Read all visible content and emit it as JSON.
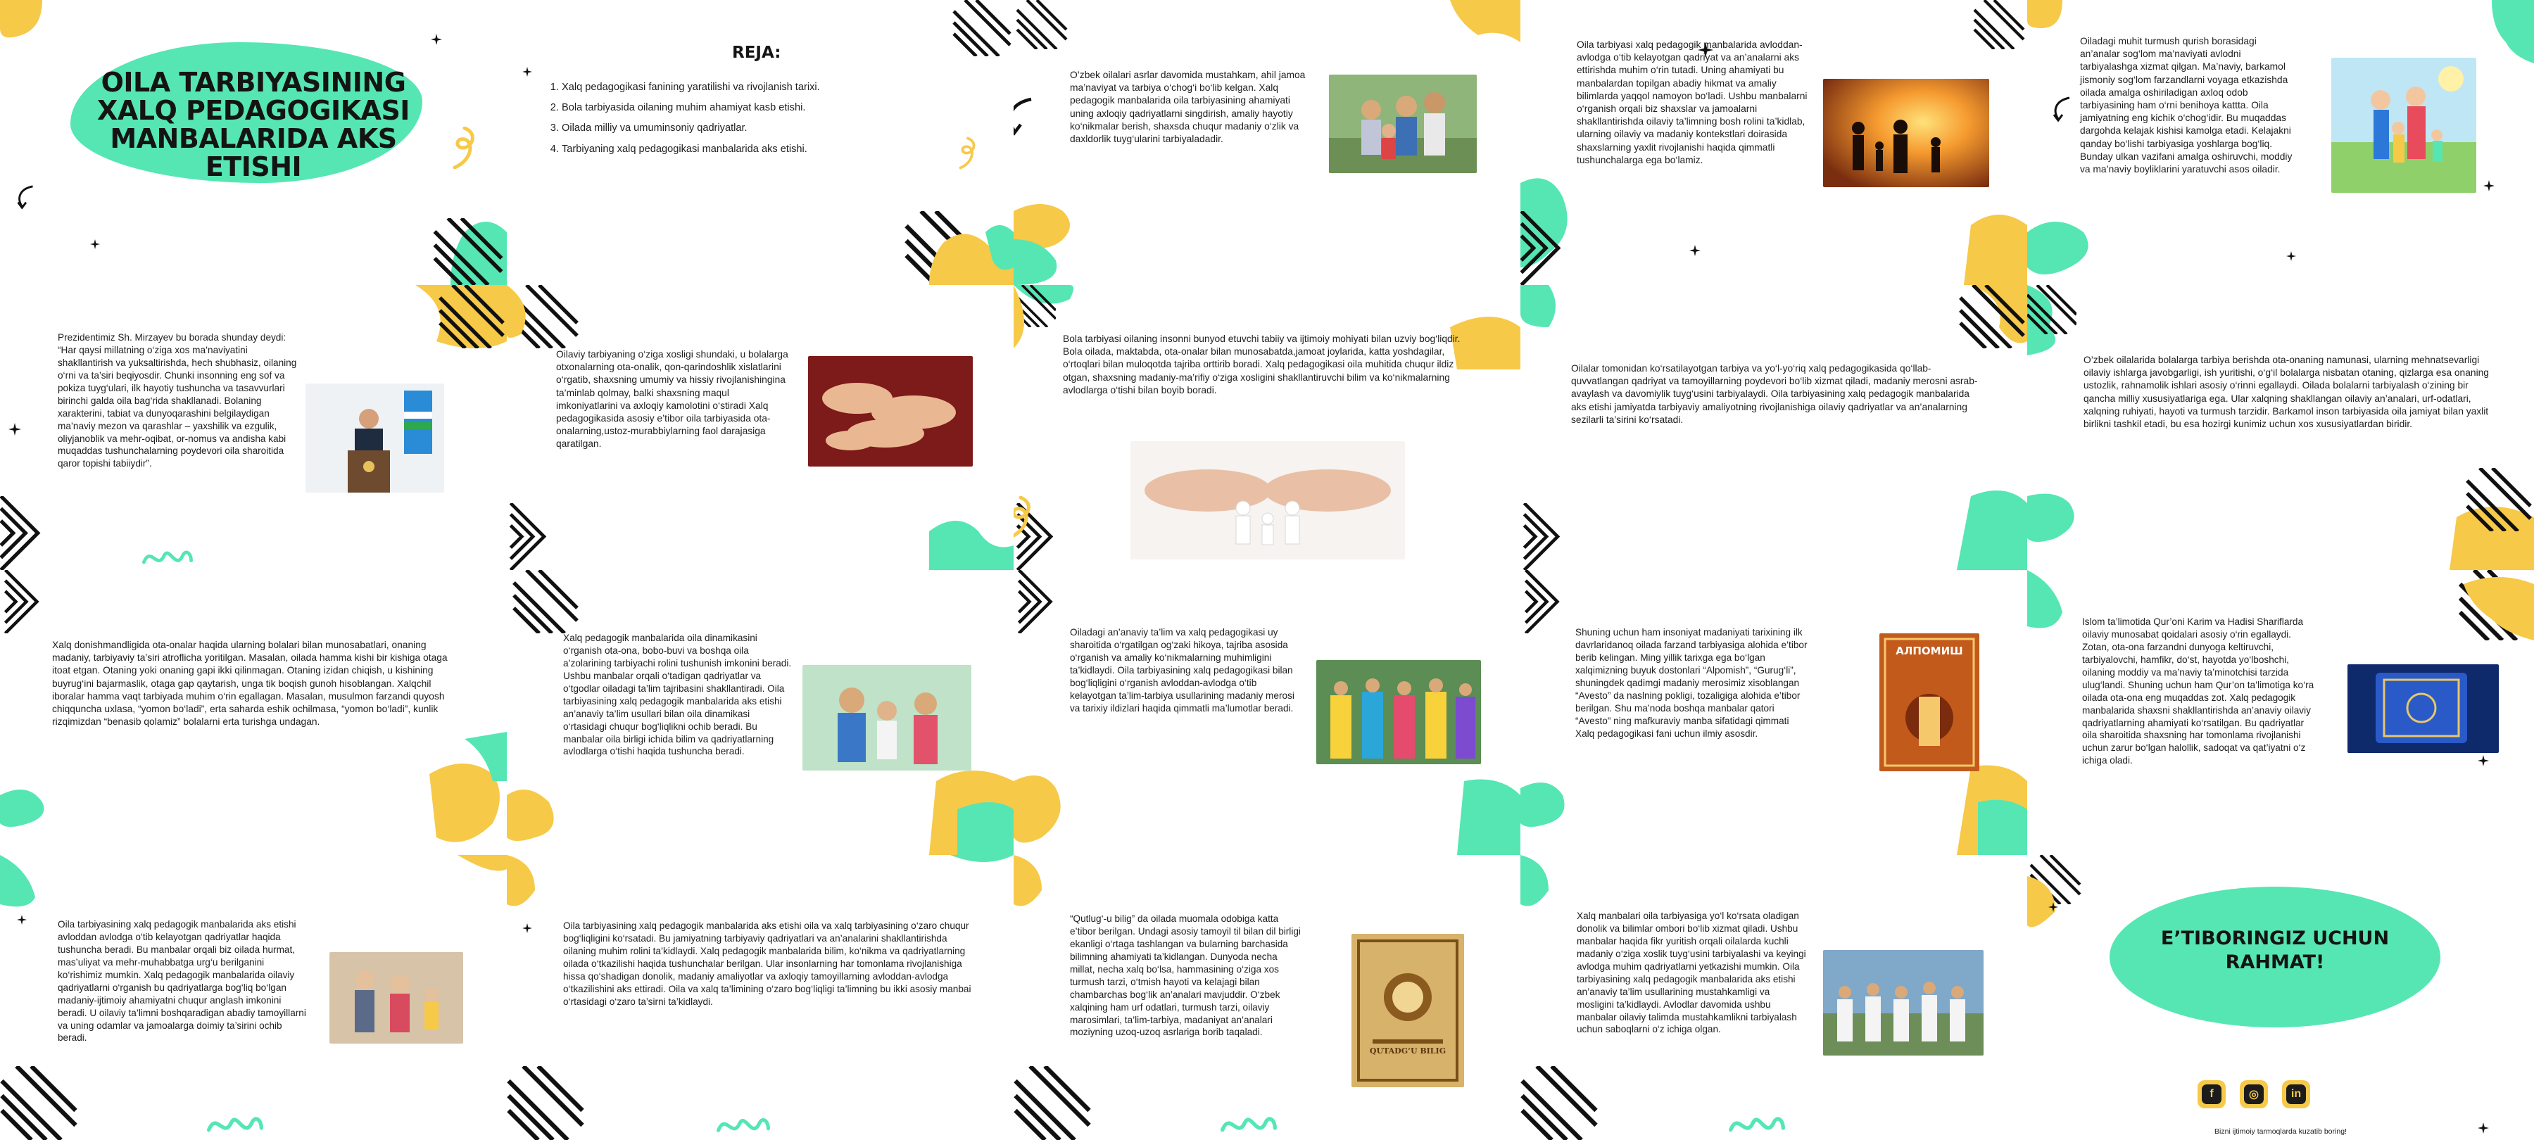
{
  "colors": {
    "mint": "#55e6b4",
    "yellow": "#f7c948",
    "black": "#111111"
  },
  "title_slide": {
    "title": "OILA TARBIYASINING XALQ PEDAGOGIKASI MANBALARIDA AKS ETISHI"
  },
  "plan_slide": {
    "heading": "REJA:",
    "items": [
      "Xalq pedagogikasi fanining yaratilishi va rivojlanish tarixi.",
      "Bola tarbiyasida oilaning muhim ahamiyat kasb etishi.",
      "Oilada milliy va umuminsoniy qadriyatlar.",
      "Tarbiyaning xalq pedagogikasi manbalarida aks etishi."
    ]
  },
  "slides": {
    "s1_3": {
      "text": "O’zbek oilalari asrlar davomida mustahkam, ahil jamoa ma’naviyat va tarbiya o‘chog‘i bo‘lib kelgan. Xalq pedagogik manbalarida oila tarbiyasining ahamiyati uning axloqiy qadriyatlarni singdirish, amaliy hayotiy ko‘nikmalar berish, shaxsda chuqur madaniy o‘zlik va daxldorlik tuyg‘ularini tarbiyaladadir.",
      "image": "family-photo"
    },
    "s1_4": {
      "text": "Oila tarbiyasi xalq pedagogik manbalarida avloddan-avlodga o‘tib kelayotgan qadriyat va an’analarni aks ettirishda muhim o‘rin tutadi. Uning ahamiyati bu manbalardan topilgan abadiy hikmat va amaliy bilimlarda yaqqol namoyon bo‘ladi. Ushbu manbalarni o‘rganish orqali biz shaxslar va jamoalarni shakllantirishda oilaviy ta’limning bosh rolini ta’kidlab, ularning oilaviy va madaniy kontekstlari doirasida shaxslarning yaxlit rivojlanishi haqida qimmatli tushunchalarga ega bo‘lamiz.",
      "image": "sunset-family-silhouette"
    },
    "s1_5": {
      "text": "Oiladagi muhit turmush qurish borasidagi an’analar sog‘lom ma’naviyati avlodni tarbiyalashga xizmat qilgan. Ma’naviy, barkamol jismoniy sog‘lom farzandlarni voyaga etkazishda oilada amalga oshiriladigan axloq odob tarbiyasining ham o‘rni benihoya kattta. Oila jamiyatning eng kichik o‘chog‘idir. Bu muqaddas dargohda kelajak kishisi kamolga etadi. Kelajakni qanday bo‘lishi tarbiyasiga yoshlarga bog‘liq. Bunday ulkan vazifani amalga oshiruvchi, moddiy va ma’naviy boyliklarini yaratuvchi asos oiladir.",
      "image": "cartoon-family"
    },
    "s2_1": {
      "text": "Prezidentimiz Sh. Mirzayev bu borada shunday deydi: “Har qaysi millatning o‘ziga xos ma’naviyatini shakllantirish va yuksaltirishda, hech shubhasiz, oilaning o‘rni va ta’siri beqiyosdir. Chunki insonning eng sof va pokiza tuyg‘ulari, ilk hayotiy tushuncha va tasavvurlari birinchi galda oila bag‘rida shakllanadi. Bolaning xarakterini, tabiat va dunyoqarashini belgilaydigan ma’naviy mezon va qarashlar – yaxshilik va ezgulik, oliyjanoblik va mehr-oqibat, or-nomus va andisha kabi muqaddas tushunchalarning poydevori oila sharoitida qaror topishi tabiiydir”.",
      "image": "president-speech"
    },
    "s2_2": {
      "text": "Oilaviy tarbiyaning o‘ziga xosligi shundaki, u bolalarga otxonalarning ota-onalik, qon-qarindoshlik xislatlarini o‘rgatib, shaxsning umumiy va hissiy rivojlanishingina ta’minlab qolmay, balki shaxsning maqul imkoniyatlarini va axloqiy kamolotini o‘stiradi Xalq pedagogikasida asosiy e’tibor oila tarbiyasida ota-onalarning,ustoz-murabbiylarning faol darajasiga qaratilgan.",
      "image": "stacked-hands"
    },
    "s2_3": {
      "text": "Bola tarbiyasi oilaning insonni bunyod etuvchi tabiiy va ijtimoiy mohiyati bilan uzviy bog‘liqdir. Bola oilada, maktabda, ota-onalar bilan munosabatda,jamoat joylarida, katta yoshdagilar, o‘rtoqlari bilan muloqotda tajriba orttirib boradi. Xalq pedagogikasi oila muhitida chuqur ildiz otgan, shaxsning madaniy-ma’rifiy o‘ziga xosligini shakllantiruvchi bilim va ko‘nikmalarning avlodlarga o‘tishi bilan boyib boradi.",
      "image": "hands-paper-family"
    },
    "s2_4": {
      "text": "Oilalar tomonidan ko‘rsatilayotgan tarbiya va yo‘l-yo‘riq xalq pedagogikasida qo‘llab-quvvatlangan qadriyat va tamoyillarning poydevori bo‘lib xizmat qiladi, madaniy merosni asrab-avaylash va davomiylik tuyg‘usini tarbiyalaydi. Oila tarbiyasining xalq pedagogik manbalarida aks etishi jamiyatda tarbiyaviy amaliyotning rivojlanishiga oilaviy qadriyatlar va an’analarning sezilarli ta’sirini ko‘rsatadi."
    },
    "s2_5": {
      "text": "O’zbek oilalarida bolalarga tarbiya berishda ota-onaning namunasi, ularning mehnatsevarligi oilaviy ishlarga javobgarligi, ish yuritishi, o‘g‘il bolalarga nisbatan otaning, qizlarga esa onaning ustozlik, rahnamolik ishlari asosiy o‘rinni egallaydi. Oilada bolalarni tarbiyalash o‘zining bir qancha milliy xususiyatlariga ega. Ular xalqning shakllangan oilaviy an’analari, urf-odatlari, xalqning ruhiyati, hayoti va turmush tarzidir. Barkamol inson tarbiyasida oila jamiyat bilan yaxlit birlikni tashkil etadi, bu esa hozirgi kunimiz uchun xos xususiyatlardan biridir."
    },
    "s3_1": {
      "text": "Xalq donishmandligida ota-onalar haqida ularning bolalari bilan munosabatlari, onaning madaniy, tarbiyaviy ta’siri atroflicha yoritilgan. Masalan, oilada hamma kishi bir kishiga otaga itoat etgan. Otaning yoki onaning gapi ikki qilinmagan. Otaning izidan chiqish, u kishining buyrug‘ini bajarmaslik, otaga gap qaytarish, unga tik boqish gunoh hisoblangan. Xalqchil iboralar hamma vaqt tarbiyada muhim o‘rin egallagan. Masalan, musulmon farzandi quyosh chiqquncha uxlasa, “yomon bo‘ladi”, erta saharda eshik ochilmasa, “yomon bo‘ladi”, kunlik rizqimizdan “benasib qolamiz” bolalarni erta turishga undagan."
    },
    "s3_2": {
      "text": "Xalq pedagogik manbalarida oila dinamikasini o‘rganish ota-ona, bobo-buvi va boshqa oila a’zolarining tarbiyachi rolini tushunish imkonini beradi. Ushbu manbalar orqali o‘tadigan qadriyatlar va o‘tgodlar oiladagi ta’lim tajribasini shakllantiradi. Oila tarbiyasining xalq pedagogik manbalarida aks etishi an’anaviy ta’lim usullari bilan oila dinamikasi o‘rtasidagi chuqur bog‘liqlikni ochib beradi. Bu manbalar oila birligi ichida bilim va qadriyatlarning avlodlarga o‘tishi haqida tushuncha beradi.",
      "image": "father-son-family"
    },
    "s3_3": {
      "text": "Oiladagi an’anaviy ta’lim va xalq pedagogikasi uy sharoitida o‘rgatilgan og‘zaki hikoya, tajriba asosida o‘rganish va amaliy ko‘nikmalarning muhimligini ta’kidlaydi. Oila tarbiyasining xalq pedagogikasi bilan bog‘liqligini o‘rganish avloddan-avlodga o‘tib kelayotgan ta’lim-tarbiya usullarining madaniy merosi va tarixiy ildizlari haqida qimmatli ma’lumotlar beradi.",
      "image": "dancers-colorful"
    },
    "s3_4": {
      "text": "Shuning uchun ham insoniyat madaniyati tarixining ilk davrlaridanoq oilada farzand tarbiyasiga alohida e’tibor berib kelingan. Ming yillik tarixga ega bo‘lgan xalqimizning buyuk dostonlari “Alpomish”, “Gurug‘li”, shuningdek qadimgi madaniy merosimiz xisoblangan “Avesto” da naslning pokligi, tozaligiga alohida e’tibor berilgan. Shu ma’noda boshqa manbalar qatori “Avesto” ning mafkuraviy manba sifatidagi qimmati Xalq pedagogikasi fani uchun ilmiy asosdir.",
      "image": "alpomish-book",
      "image_caption": "АЛПОМИШ"
    },
    "s3_5": {
      "text": "Islom ta’limotida Qur’oni Karim va Hadisi Shariflarda oilaviy munosabat qoidalari asosiy o‘rin egallaydi. Zotan, ota-ona farzandni dunyoga keltiruvchi, tarbiyalovchi, hamfikr, do‘st, hayotda yo‘lboshchi, oilaning moddiy va ma’naviy ta’minotchisi tarzida ulug‘landi. Shuning uchun ham Qur’on ta’limotiga ko‘ra oilada ota-ona eng muqaddas zot. Xalq pedagogik manbalarida shaxsni shakllantirishda an’anaviy oilaviy qadriyatlarning ahamiyati ko‘rsatilgan. Bu qadriyatlar oila sharoitida shaxsning har tomonlama rivojlanishi uchun zarur bo‘lgan halollik, sadoqat va qat’iyatni o‘z ichiga oladi.",
      "image": "quran-book"
    },
    "s4_1": {
      "text": "Oila tarbiyasining xalq pedagogik manbalarida aks etishi avloddan avlodga o‘tib kelayotgan qadriyatlar haqida tushuncha beradi. Bu manbalar orqali biz oilada hurmat, mas’uliyat va mehr-muhabbatga urg‘u berilganini ko‘rishimiz mumkin. Xalq pedagogik manbalarida oilaviy qadriyatlarni o‘rganish bu qadriyatlarga bog‘liq bo‘lgan madaniy-ijtimoiy ahamiyatni chuqur anglash imkonini beradi. U oilaviy ta’limni boshqaradigan abadiy tamoyillarni va uning odamlar va jamoalarga doimiy ta’sirini ochib beradi.",
      "image": "grandparents-family"
    },
    "s4_2": {
      "text": "Oila tarbiyasining xalq pedagogik manbalarida aks etishi oila va xalq tarbiyasining o‘zaro chuqur bog‘liqligini ko‘rsatadi. Bu jamiyatning tarbiyaviy qadriyatlari va an’analarini shakllantirishda oilaning muhim rolini ta’kidlaydi. Xalq pedagogik manbalarida bilim, ko‘nikma va qadriyatlarning oilada o‘tkazilishi haqida tushunchalar berilgan. Ular insonlarning har tomonlama rivojlanishiga hissa qo‘shadigan donolik, madaniy amaliyotlar va axloqiy tamoyillarning avloddan-avlodga o‘tkazilishini aks ettiradi. Oila va xalq ta’limining o‘zaro bog‘liqligi ta’limning bu ikki asosiy manbai o‘rtasidagi o‘zaro ta’sirni ta’kidlaydi."
    },
    "s4_3": {
      "text": "“Qutlug‘-u bilig” da oilada muomala odobiga katta e’tibor berilgan. Undagi asosiy tamoyil til bilan dil birligi ekanligi o‘rtaga tashlangan va bularning barchasida bilimning ahamiyati ta’kidlangan. Dunyoda necha millat, necha xalq bo‘lsa, hammasining o‘ziga xos turmush tarzi, o‘tmish hayoti va kelajagi bilan chambarchas bog‘lik an’analari mavjuddir. O‘zbek xalqining ham urf odatlari, turmush tarzi, oilaviy marosimlari, ta’lim-tarbiya, madaniyat an’analari moziyning uzoq-uzoq asrlariga borib taqaladi.",
      "image": "qutadgu-bilig-book",
      "image_caption": "QUTADG‘U BILIG"
    },
    "s4_4": {
      "text": "Xalq manbalari oila tarbiyasiga yo‘l ko‘rsata oladigan donolik va bilimlar ombori bo‘lib xizmat qiladi. Ushbu manbalar haqida fikr yuritish orqali oilalarda kuchli madaniy o‘ziga xoslik tuyg‘usini tarbiyalashi va keyingi avlodga muhim qadriyatlarni yetkazishi mumkin. Oila tarbiyasining xalq pedagogik manbalarida aks etishi an’anaviy ta’lim usullarining mustahkamligi va mosligini ta’kidlaydi. Avlodlar davomida ushbu manbalar oilaviy talimda mustahkamlikni tarbiyalash uchun saboqlarni o‘z ichiga olgan.",
      "image": "crowd-celebration"
    },
    "s4_5": {
      "thanks": "E’TIBORINGIZ UCHUN RAHMAT!",
      "social": [
        "facebook-icon",
        "instagram-icon",
        "linkedin-icon"
      ],
      "social_letters": [
        "f",
        "◎",
        "in"
      ],
      "footnote": "Bizni ijtimoiy tarmoqlarda kuzatib boring!"
    }
  }
}
